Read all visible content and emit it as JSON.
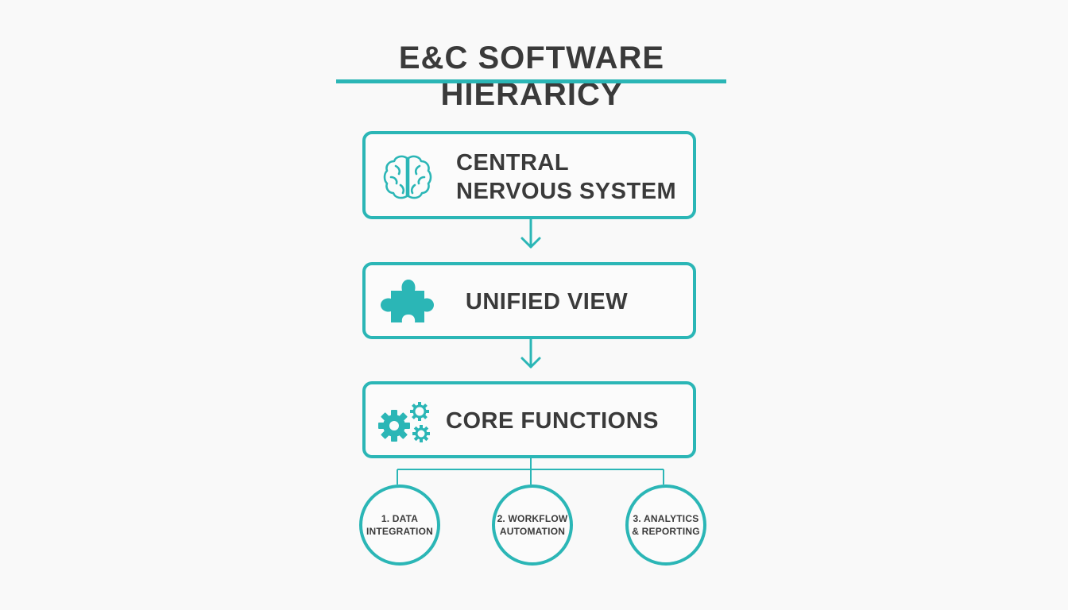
{
  "title": "E&C SOFTWARE HIERARICY",
  "levels": [
    {
      "label": "CENTRAL NERVOUS SYSTEM",
      "icon": "brain-icon"
    },
    {
      "label": "UNIFIED VIEW",
      "icon": "puzzle-icon"
    },
    {
      "label": "CORE FUNCTIONS",
      "icon": "gears-icon"
    }
  ],
  "functions": [
    {
      "line1": "1. DATA",
      "line2": "INTEGRATION"
    },
    {
      "line1": "2. WORKFLOW",
      "line2": "AUTOMATION"
    },
    {
      "line1": "3. ANALYTICS",
      "line2": "& REPORTING"
    }
  ],
  "colors": {
    "accent": "#2bb6b6",
    "text": "#3a3a3a",
    "background": "#f9f9f9"
  }
}
